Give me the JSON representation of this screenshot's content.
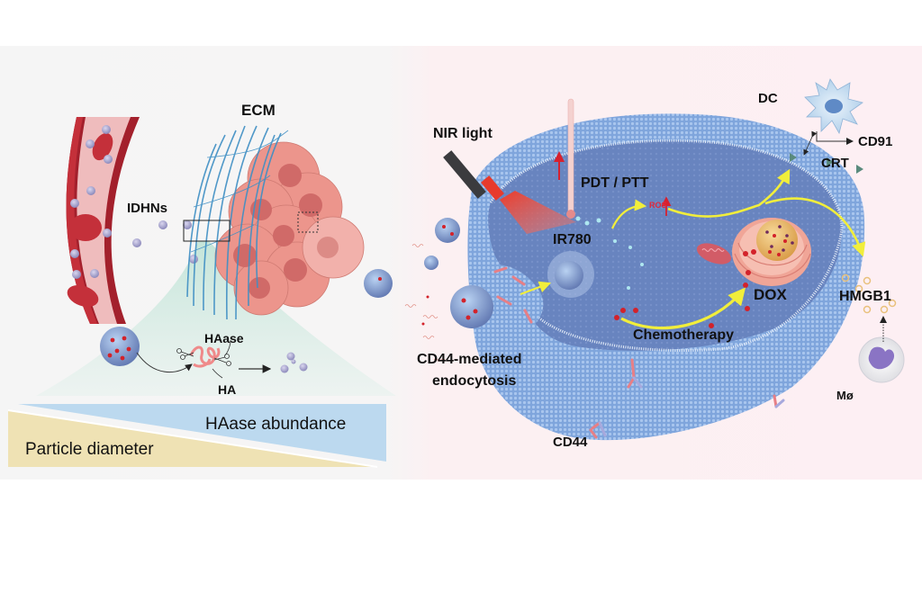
{
  "figure": {
    "left_panel": {
      "labels": {
        "ecm": "ECM",
        "idhns": "IDHNs",
        "haase": "HAase",
        "ha": "HA",
        "haase_abundance": "HAase abundance",
        "particle_diameter": "Particle diameter"
      },
      "colors": {
        "background": "#f5f5f5",
        "vessel_wall": "#a3202c",
        "vessel_lumen": "#efbcbd",
        "rbc": "#c4303a",
        "ecm_fiber": "#3f8fc4",
        "tumor_cell": "#ec958c",
        "tumor_nucleus": "#d06a68",
        "cone": "#cfe8df",
        "gradient_blue": "#bcd9ef",
        "gradient_yellow": "#efe2b4"
      }
    },
    "right_panel": {
      "labels": {
        "nir_light": "NIR light",
        "pdt_ptt": "PDT / PTT",
        "ros": "ROS",
        "ir780": "IR780",
        "dox": "DOX",
        "chemotherapy": "Chemotherapy",
        "cd44_mediated_line1": "CD44-mediated",
        "cd44_mediated_line2": "endocytosis",
        "cd44": "CD44",
        "dc": "DC",
        "cd91": "CD91",
        "crt": "CRT",
        "hmgb1": "HMGB1",
        "macrophage": "Mø"
      },
      "colors": {
        "background": "#fdf0f3",
        "membrane": "#7fa5dc",
        "cytoplasm": "#6a86c0",
        "nucleus": "#e9b061",
        "er": "#f0a597",
        "dox_particle": "#d3222a",
        "arrow_yellow": "#f1ee3b",
        "ros_red": "#e0283a",
        "dc_cell": "#cfe3f5",
        "macrophage_nucleus": "#8a74c4"
      }
    }
  }
}
